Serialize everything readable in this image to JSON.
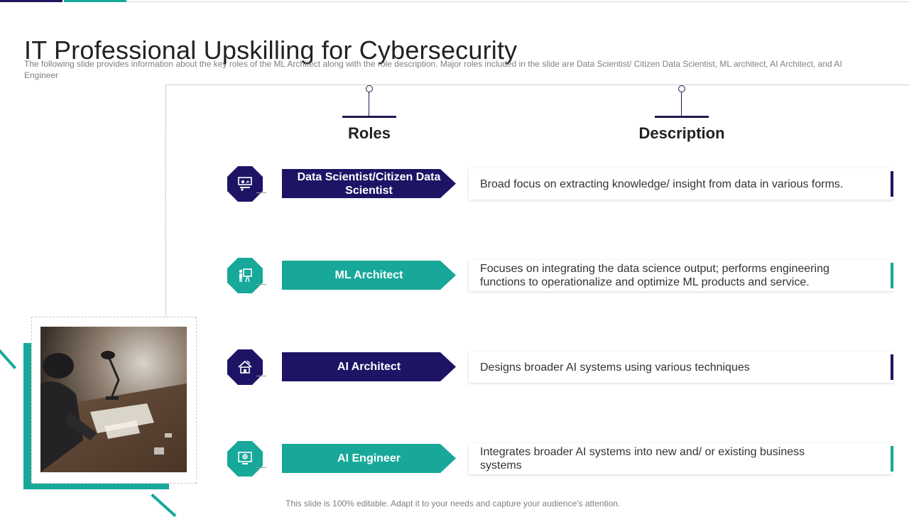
{
  "slide": {
    "title": "IT Professional Upskilling for Cybersecurity",
    "subtitle": "The following slide provides information about the key roles of the ML Architect along with the role description. Major roles included in the slide are Data Scientist/ Citizen Data Scientist, ML architect, AI Architect, and AI Engineer",
    "footer": "This slide is 100% editable. Adapt it to your needs and capture your audience's attention."
  },
  "columns": {
    "roles_label": "Roles",
    "description_label": "Description"
  },
  "rows": [
    {
      "role": "Data Scientist/Citizen Data Scientist",
      "description": "Broad focus on extracting knowledge/ insight from data in various forms.",
      "icon": "data-scientist-icon",
      "color": "#1e1466"
    },
    {
      "role": "ML Architect",
      "description": "Focuses on integrating the data science output; performs engineering functions to operationalize and optimize ML products and service.",
      "icon": "presenter-board-icon",
      "color": "#17a89a"
    },
    {
      "role": "AI Architect",
      "description": "Designs broader AI systems using various techniques",
      "icon": "house-design-icon",
      "color": "#1e1466"
    },
    {
      "role": "AI Engineer",
      "description": "Integrates broader AI systems into new and/ or existing business systems",
      "icon": "engineer-screen-icon",
      "color": "#17a89a"
    }
  ],
  "colors": {
    "navy": "#1e1466",
    "teal": "#17a89a"
  }
}
